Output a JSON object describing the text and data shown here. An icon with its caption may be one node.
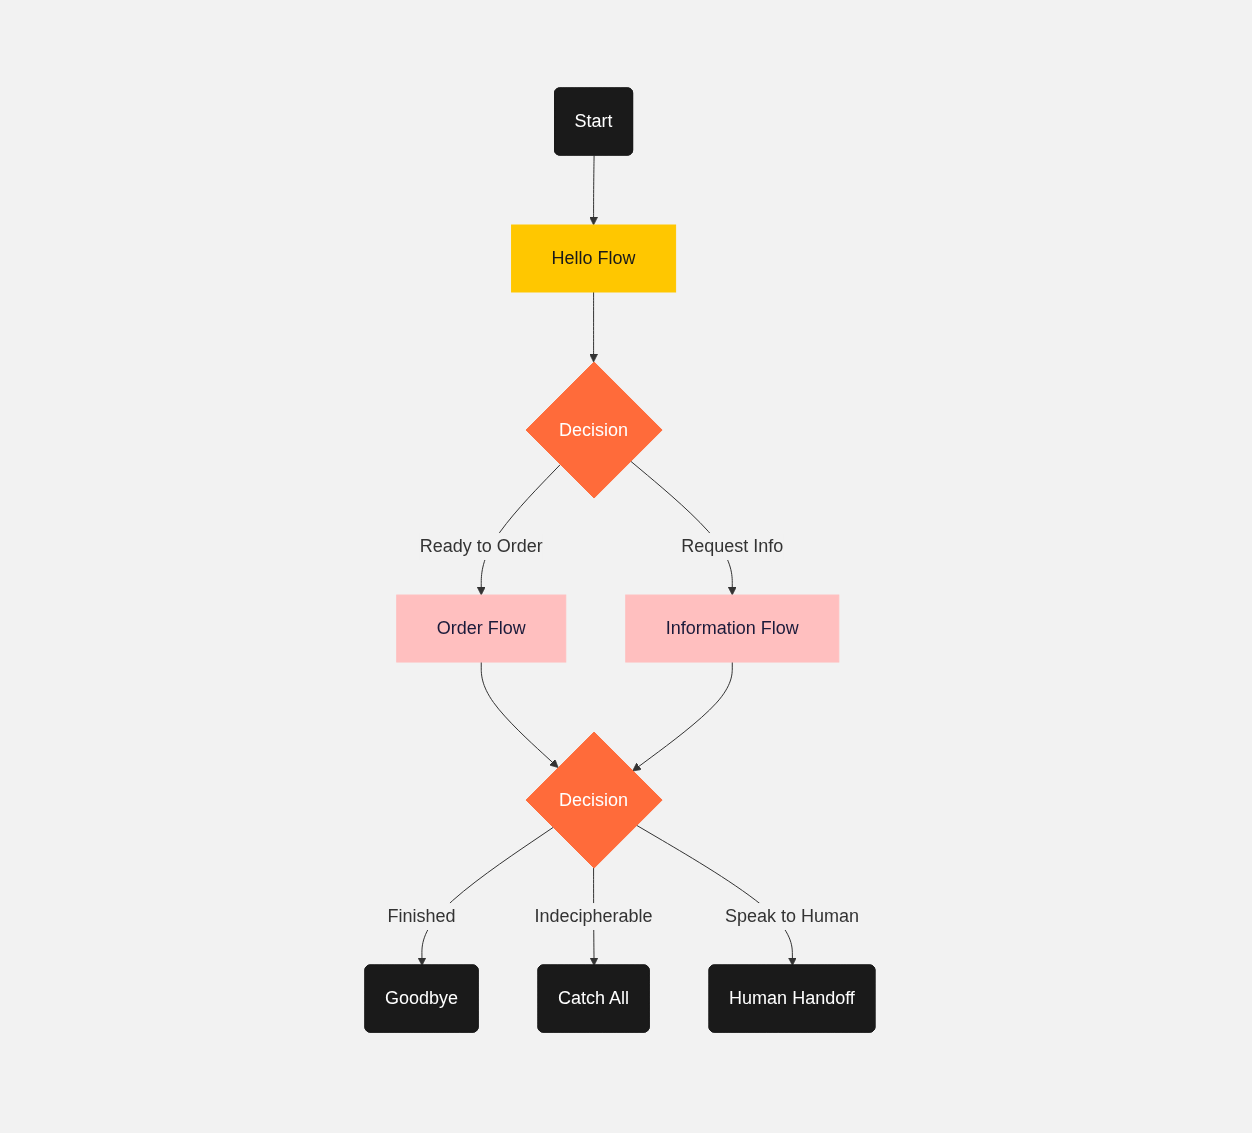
{
  "diagram": {
    "nodes": [
      {
        "text": [
          "Start"
        ]
      },
      {
        "text": [
          "Hello Flow"
        ]
      },
      {
        "text": [
          "Decision"
        ]
      },
      {
        "text": [
          "Order Flow"
        ]
      },
      {
        "text": [
          "Information Flow"
        ]
      },
      {
        "text": [
          "Decision"
        ]
      },
      {
        "text": [
          "Goodbye"
        ]
      },
      {
        "text": [
          "Catch All"
        ]
      },
      {
        "text": [
          "Human Handoff"
        ]
      }
    ],
    "edges": [
      {
        "from": 0,
        "to": 1,
        "arrow": "to"
      },
      {
        "from": 1,
        "to": 2,
        "arrow": "to"
      },
      {
        "from": 2,
        "to": 3,
        "arrow": "to",
        "label": "Ready to Order"
      },
      {
        "from": 2,
        "to": 4,
        "arrow": "to",
        "label": "Request Info"
      },
      {
        "from": 3,
        "to": 5,
        "arrow": "to"
      },
      {
        "from": 4,
        "to": 5,
        "arrow": "to"
      },
      {
        "from": 5,
        "to": 6,
        "arrow": "to",
        "label": "Finished"
      },
      {
        "from": 5,
        "to": 7,
        "arrow": "to",
        "label": "Indecipherable"
      },
      {
        "from": 5,
        "to": 8,
        "arrow": "to",
        "label": "Speak to Human"
      }
    ]
  }
}
